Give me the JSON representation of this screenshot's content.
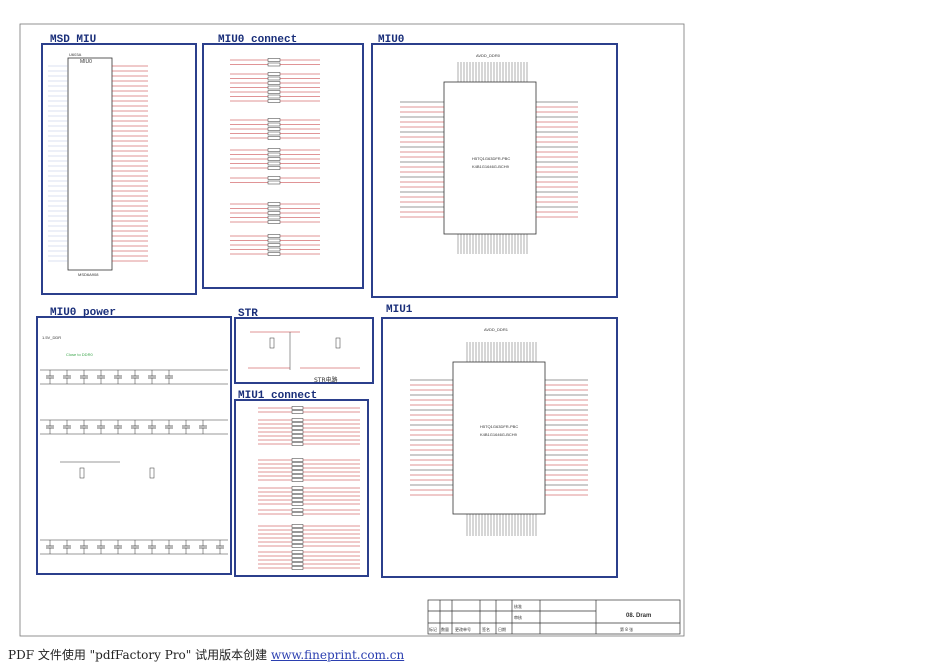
{
  "sections": {
    "msd_miu": "MSD MIU",
    "miu0_connect": "MIU0 connect",
    "miu0": "MIU0",
    "miu0_power": "MIU0 power",
    "str": "STR",
    "miu1_connect": "MIU1 connect",
    "miu1": "MIU1"
  },
  "chips": {
    "msd_ref": "U603A",
    "msd_name": "MIU0",
    "msd_part": "MSD6A908",
    "miu0_part1": "H5TQ1G63DFR-PBC",
    "miu0_part2": "K4B1G1646G-BCH9",
    "miu1_part1": "H5TQ1G63DFR-PBC",
    "miu1_part2": "K4B1G1646G-BCH9"
  },
  "labels": {
    "avdd_ddr0": "AVDD_DDR0",
    "avdd_ddr1": "AVDD_DDR1",
    "str_note": "STR电路",
    "close_note": "Close to DDR0",
    "v15": "1.5V_DDR"
  },
  "title_block": {
    "approved": "核准",
    "reviewed": "审核",
    "title": "08. Dram",
    "sheet": "第 8 张",
    "col1": "标记",
    "col2": "数量",
    "col3": "更改单号",
    "col4": "签名",
    "col5": "日期"
  },
  "footer": {
    "prefix": "PDF 文件使用 \"pdfFactory Pro\" 试用版本创建 ",
    "link": "www.fineprint.com.cn"
  },
  "colors": {
    "border": "#2b3f8c",
    "wire": "#333333",
    "net_label": "#c0282d",
    "note_green": "#3aa64a"
  }
}
